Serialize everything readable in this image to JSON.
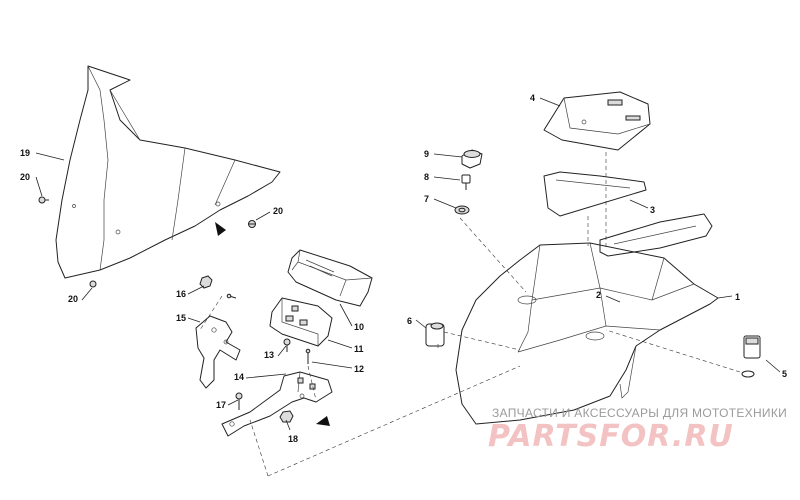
{
  "callouts": [
    {
      "id": "1",
      "label": "1"
    },
    {
      "id": "2",
      "label": "2"
    },
    {
      "id": "3",
      "label": "3"
    },
    {
      "id": "4",
      "label": "4"
    },
    {
      "id": "5",
      "label": "5"
    },
    {
      "id": "6",
      "label": "6"
    },
    {
      "id": "7",
      "label": "7"
    },
    {
      "id": "8",
      "label": "8"
    },
    {
      "id": "9",
      "label": "9"
    },
    {
      "id": "10",
      "label": "10"
    },
    {
      "id": "11",
      "label": "11"
    },
    {
      "id": "12",
      "label": "12"
    },
    {
      "id": "13",
      "label": "13"
    },
    {
      "id": "14",
      "label": "14"
    },
    {
      "id": "15",
      "label": "15"
    },
    {
      "id": "16",
      "label": "16"
    },
    {
      "id": "17",
      "label": "17"
    },
    {
      "id": "18",
      "label": "18"
    },
    {
      "id": "19",
      "label": "19"
    },
    {
      "id": "20a",
      "label": "20"
    },
    {
      "id": "20b",
      "label": "20"
    },
    {
      "id": "20c",
      "label": "20"
    }
  ],
  "watermark": {
    "line1": "ЗАПЧАСТИ И АКСЕССУАРЫ ДЛЯ МОТОТЕХНИКИ",
    "line2": "PARTSFOR.RU",
    "line2_color": "#f3c2c2"
  }
}
